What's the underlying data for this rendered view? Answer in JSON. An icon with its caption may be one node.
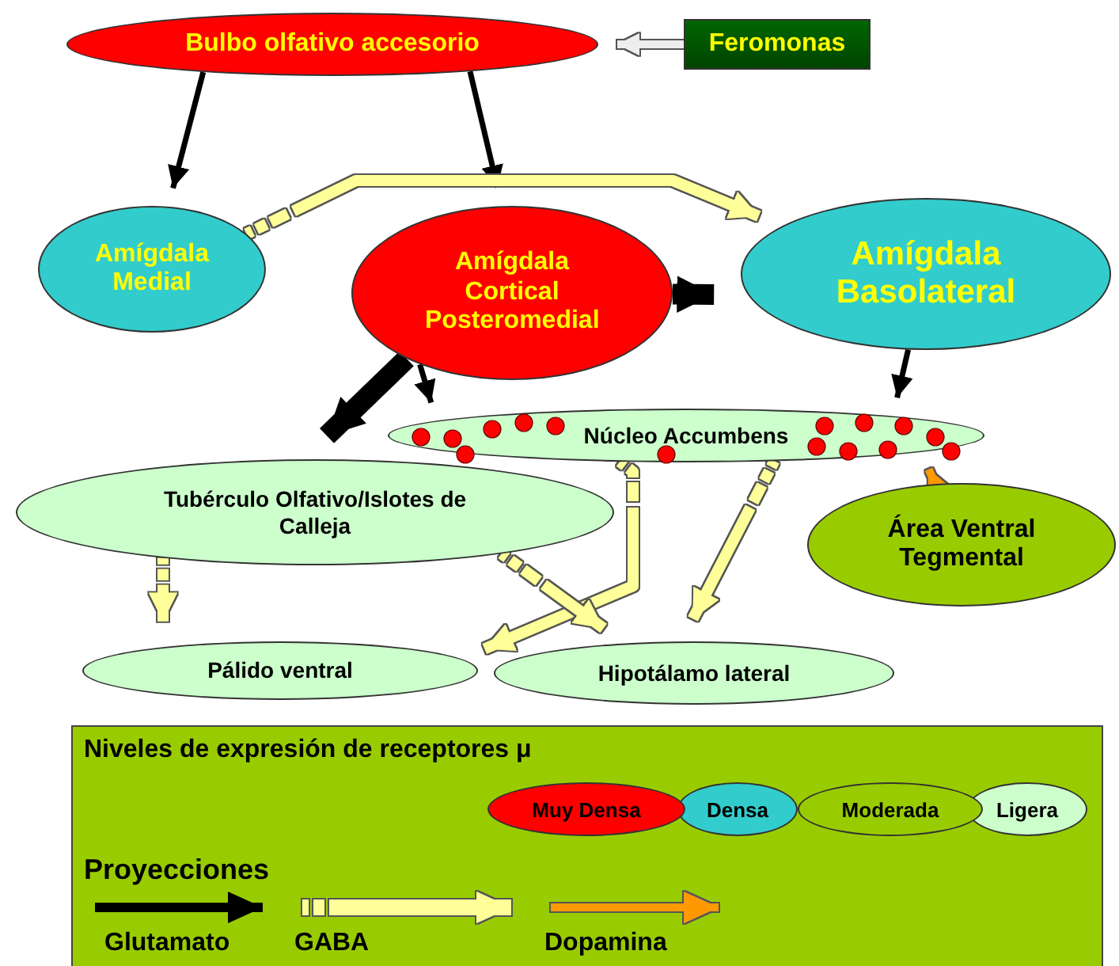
{
  "diagram": {
    "nodes": [
      {
        "text": [
          "Bulbo olfativo accesorio"
        ]
      },
      {
        "text": [
          "Feromonas"
        ]
      },
      {
        "text": [
          "Amígdala Medial"
        ]
      },
      {
        "text": [
          "Amígdala Cortical Posteromedial"
        ]
      },
      {
        "text": [
          "Amígdala Basolateral"
        ]
      },
      {
        "text": [
          "Núcleo Accumbens"
        ]
      },
      {
        "text": [
          "Tubérculo Olfativo/Islotes de Calleja"
        ]
      },
      {
        "text": [
          "Área Ventral Tegmental"
        ]
      },
      {
        "text": [
          "Pálido ventral"
        ]
      },
      {
        "text": [
          "Hipotálamo lateral"
        ]
      }
    ],
    "edges": [
      {
        "from": 1,
        "to": 0,
        "arrow": "to",
        "color": "#eeeeee"
      },
      {
        "from": 0,
        "to": 2,
        "arrow": "to"
      },
      {
        "from": 0,
        "to": 3,
        "arrow": "to"
      },
      {
        "from": 2,
        "to": 4,
        "arrow": "to",
        "style": "dashed",
        "color": "#ffff99"
      },
      {
        "from": 3,
        "to": 4,
        "arrow": "to",
        "style": "thick"
      },
      {
        "from": 3,
        "to": 6,
        "arrow": "to",
        "style": "thick"
      },
      {
        "from": 3,
        "to": 5,
        "arrow": "to"
      },
      {
        "from": 4,
        "to": 5,
        "arrow": "to"
      },
      {
        "from": 7,
        "to": 5,
        "arrow": "to",
        "color": "#ff9900"
      },
      {
        "from": 6,
        "to": 8,
        "arrow": "to",
        "style": "dashed",
        "color": "#ffff99"
      },
      {
        "from": 5,
        "to": 8,
        "arrow": "to",
        "style": "dashed",
        "color": "#ffff99"
      },
      {
        "from": 5,
        "to": 9,
        "arrow": "to",
        "style": "dashed",
        "color": "#ffff99"
      },
      {
        "from": 6,
        "to": 9,
        "arrow": "to",
        "style": "dashed",
        "color": "#ffff99"
      }
    ],
    "labels": [
      "Niveles de expresión de receptores μ",
      "Proyecciones"
    ],
    "legend": [
      {
        "text": "Muy Densa",
        "color": "#ff0000"
      },
      {
        "text": "Densa",
        "color": "#33cccc"
      },
      {
        "text": "Moderada",
        "color": "#99cc00"
      },
      {
        "text": "Ligera",
        "color": "#ccffcc"
      },
      {
        "text": "Glutamato"
      },
      {
        "text": "GABA"
      },
      {
        "text": "Dopamina"
      }
    ]
  }
}
